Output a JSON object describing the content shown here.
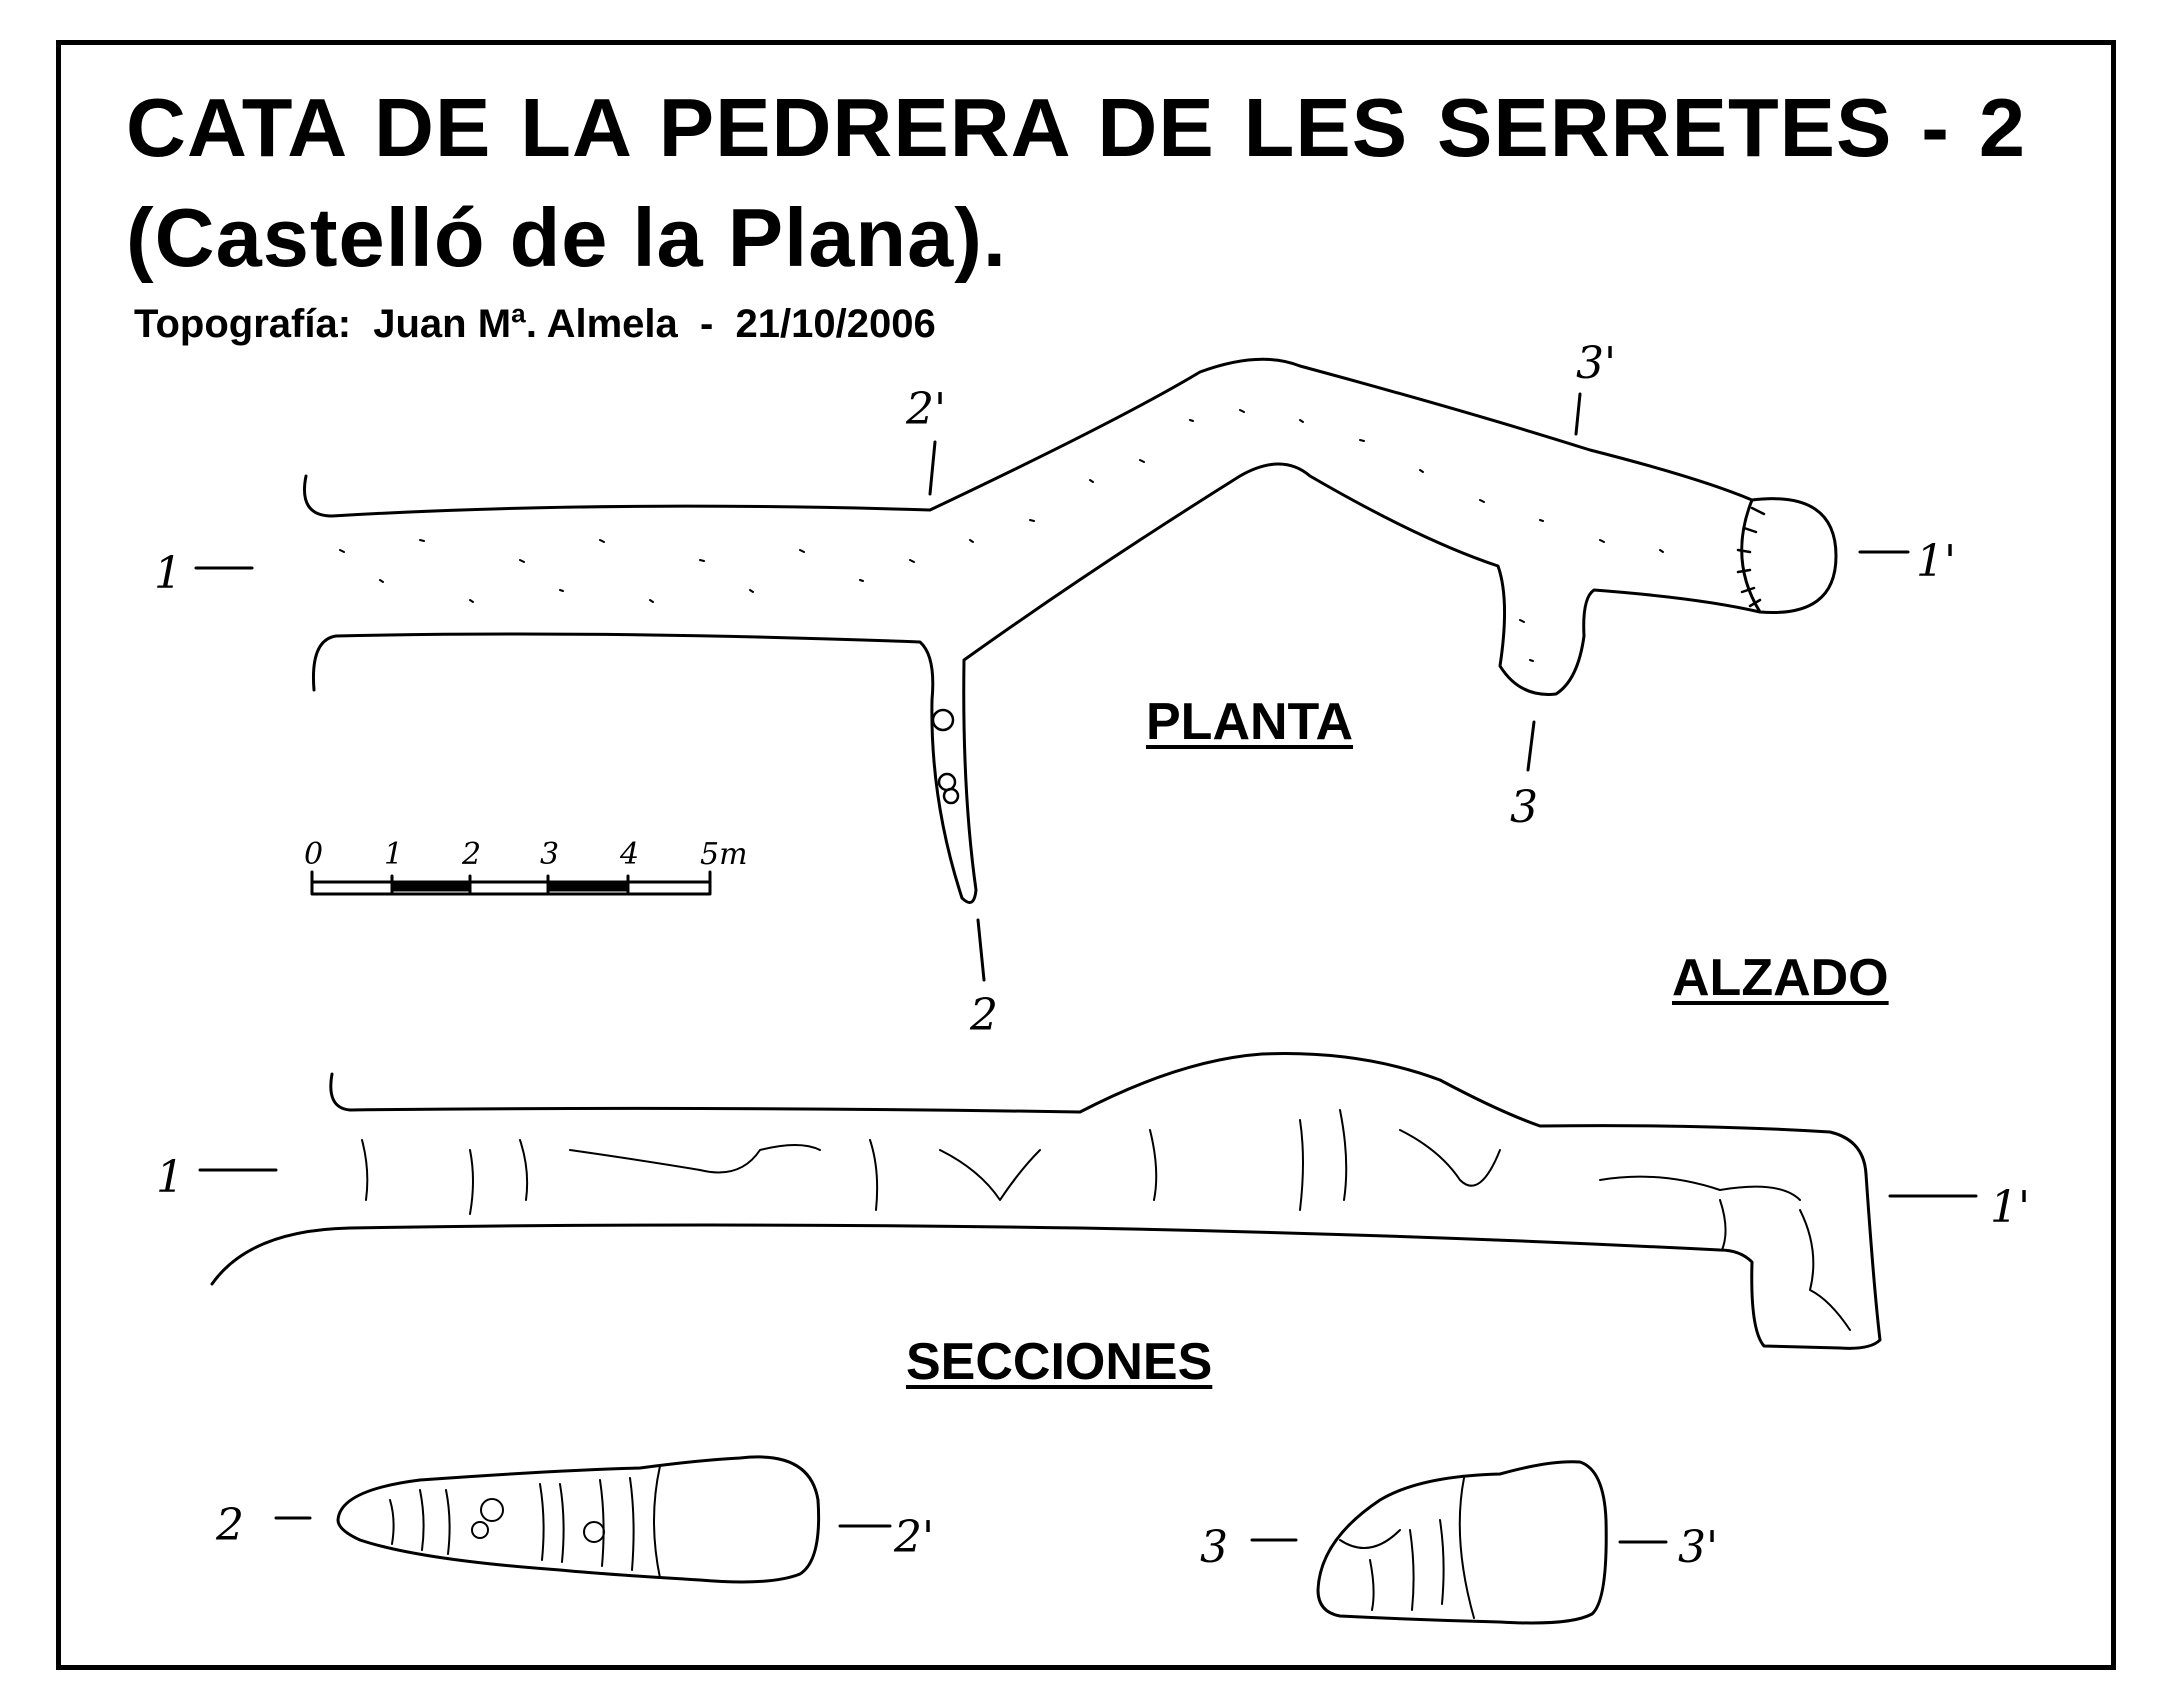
{
  "title_line1": "CATA DE LA PEDRERA DE LES SERRETES - 2",
  "title_line2": "(Castelló de la Plana).",
  "credit": "Topografía:  Juan Mª. Almela  -  21/10/2006",
  "sections": {
    "planta": "PLANTA",
    "alzado": "ALZADO",
    "secciones": "SECCIONES"
  },
  "markers": {
    "m1": "1",
    "m1p": "1'",
    "m2": "2",
    "m2p": "2'",
    "m3": "3",
    "m3p": "3'"
  },
  "scale": {
    "ticks": [
      "0",
      "1",
      "2",
      "3",
      "4",
      "5m"
    ]
  }
}
